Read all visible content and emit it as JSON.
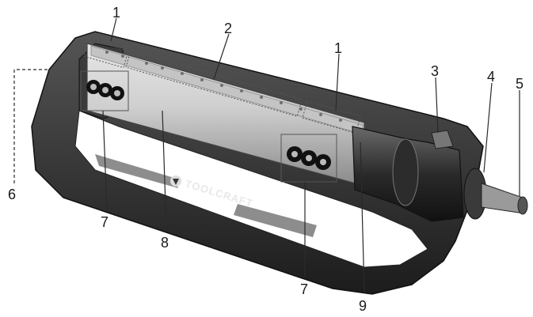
{
  "diagram": {
    "brand": "TOOLCRAFT",
    "callouts": {
      "nozzle_strip_left": "1",
      "nozzle_strip_main": "2",
      "nozzle_strip_right": "1",
      "lever": "3",
      "connector": "4",
      "hose_tap": "5",
      "base_frame": "6",
      "end_cap_left": "7",
      "tube": "8",
      "end_cap_right": "7",
      "drive_housing": "9"
    }
  }
}
